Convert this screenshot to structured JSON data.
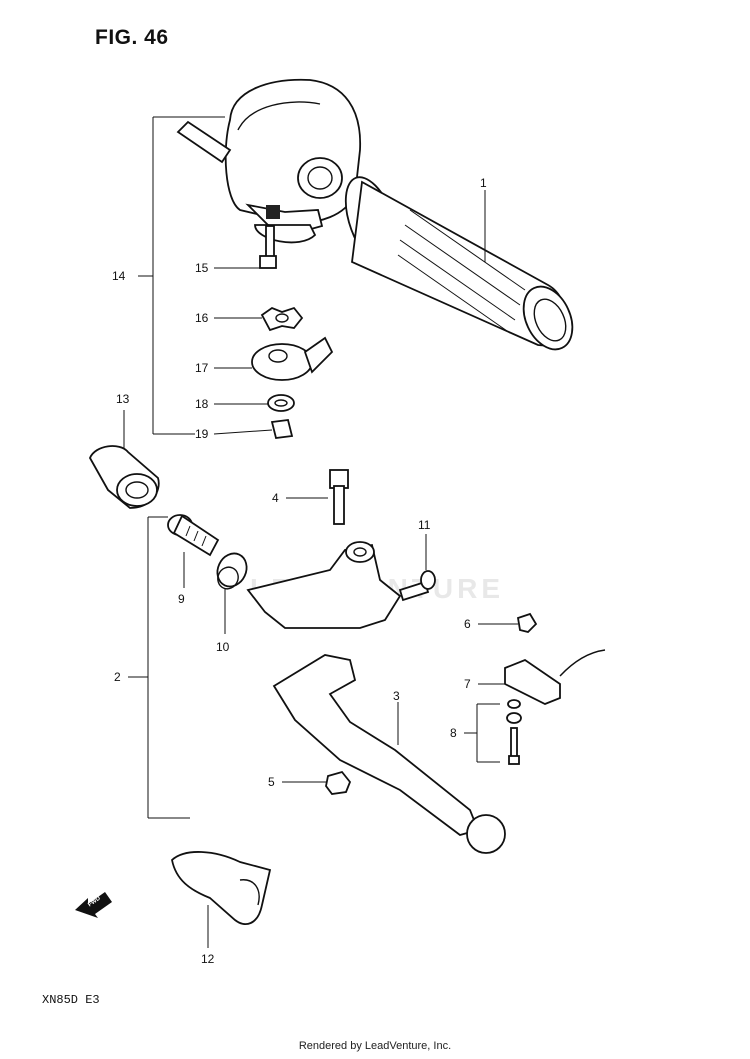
{
  "figure": {
    "title": "FIG. 46",
    "model_code": "XN85D  E3",
    "footer": "Rendered by LeadVenture, Inc.",
    "watermark": "LEADVENTURE",
    "fwd_label": "FWD"
  },
  "callouts": {
    "c1": "1",
    "c2": "2",
    "c3": "3",
    "c4": "4",
    "c5": "5",
    "c6": "6",
    "c7": "7",
    "c8": "8",
    "c9": "9",
    "c10": "10",
    "c11": "11",
    "c12": "12",
    "c13": "13",
    "c14": "14",
    "c15": "15",
    "c16": "16",
    "c17": "17",
    "c18": "18",
    "c19": "19"
  }
}
